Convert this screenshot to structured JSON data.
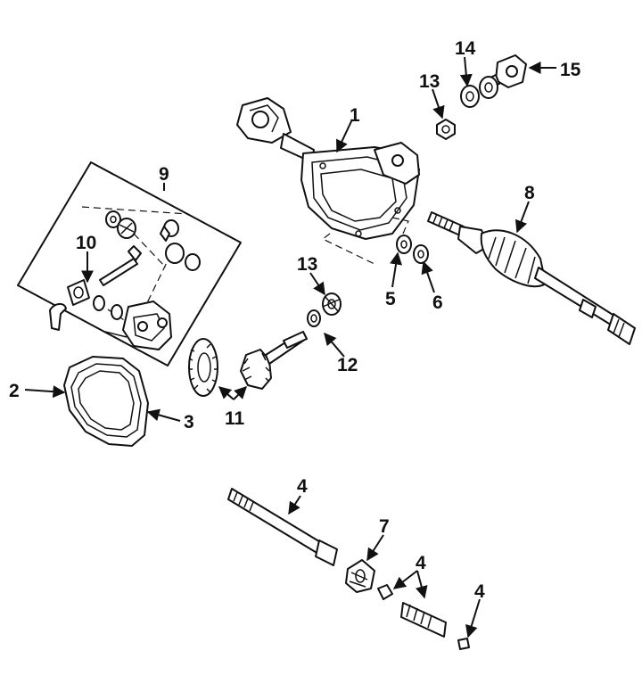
{
  "callouts": {
    "c1": "1",
    "c2": "2",
    "c3": "3",
    "c4a": "4",
    "c4b": "4",
    "c4c": "4",
    "c5": "5",
    "c6": "6",
    "c7": "7",
    "c8": "8",
    "c9": "9",
    "c10": "10",
    "c11": "11",
    "c12": "12",
    "c13a": "13",
    "c13b": "13",
    "c14": "14",
    "c15": "15"
  }
}
